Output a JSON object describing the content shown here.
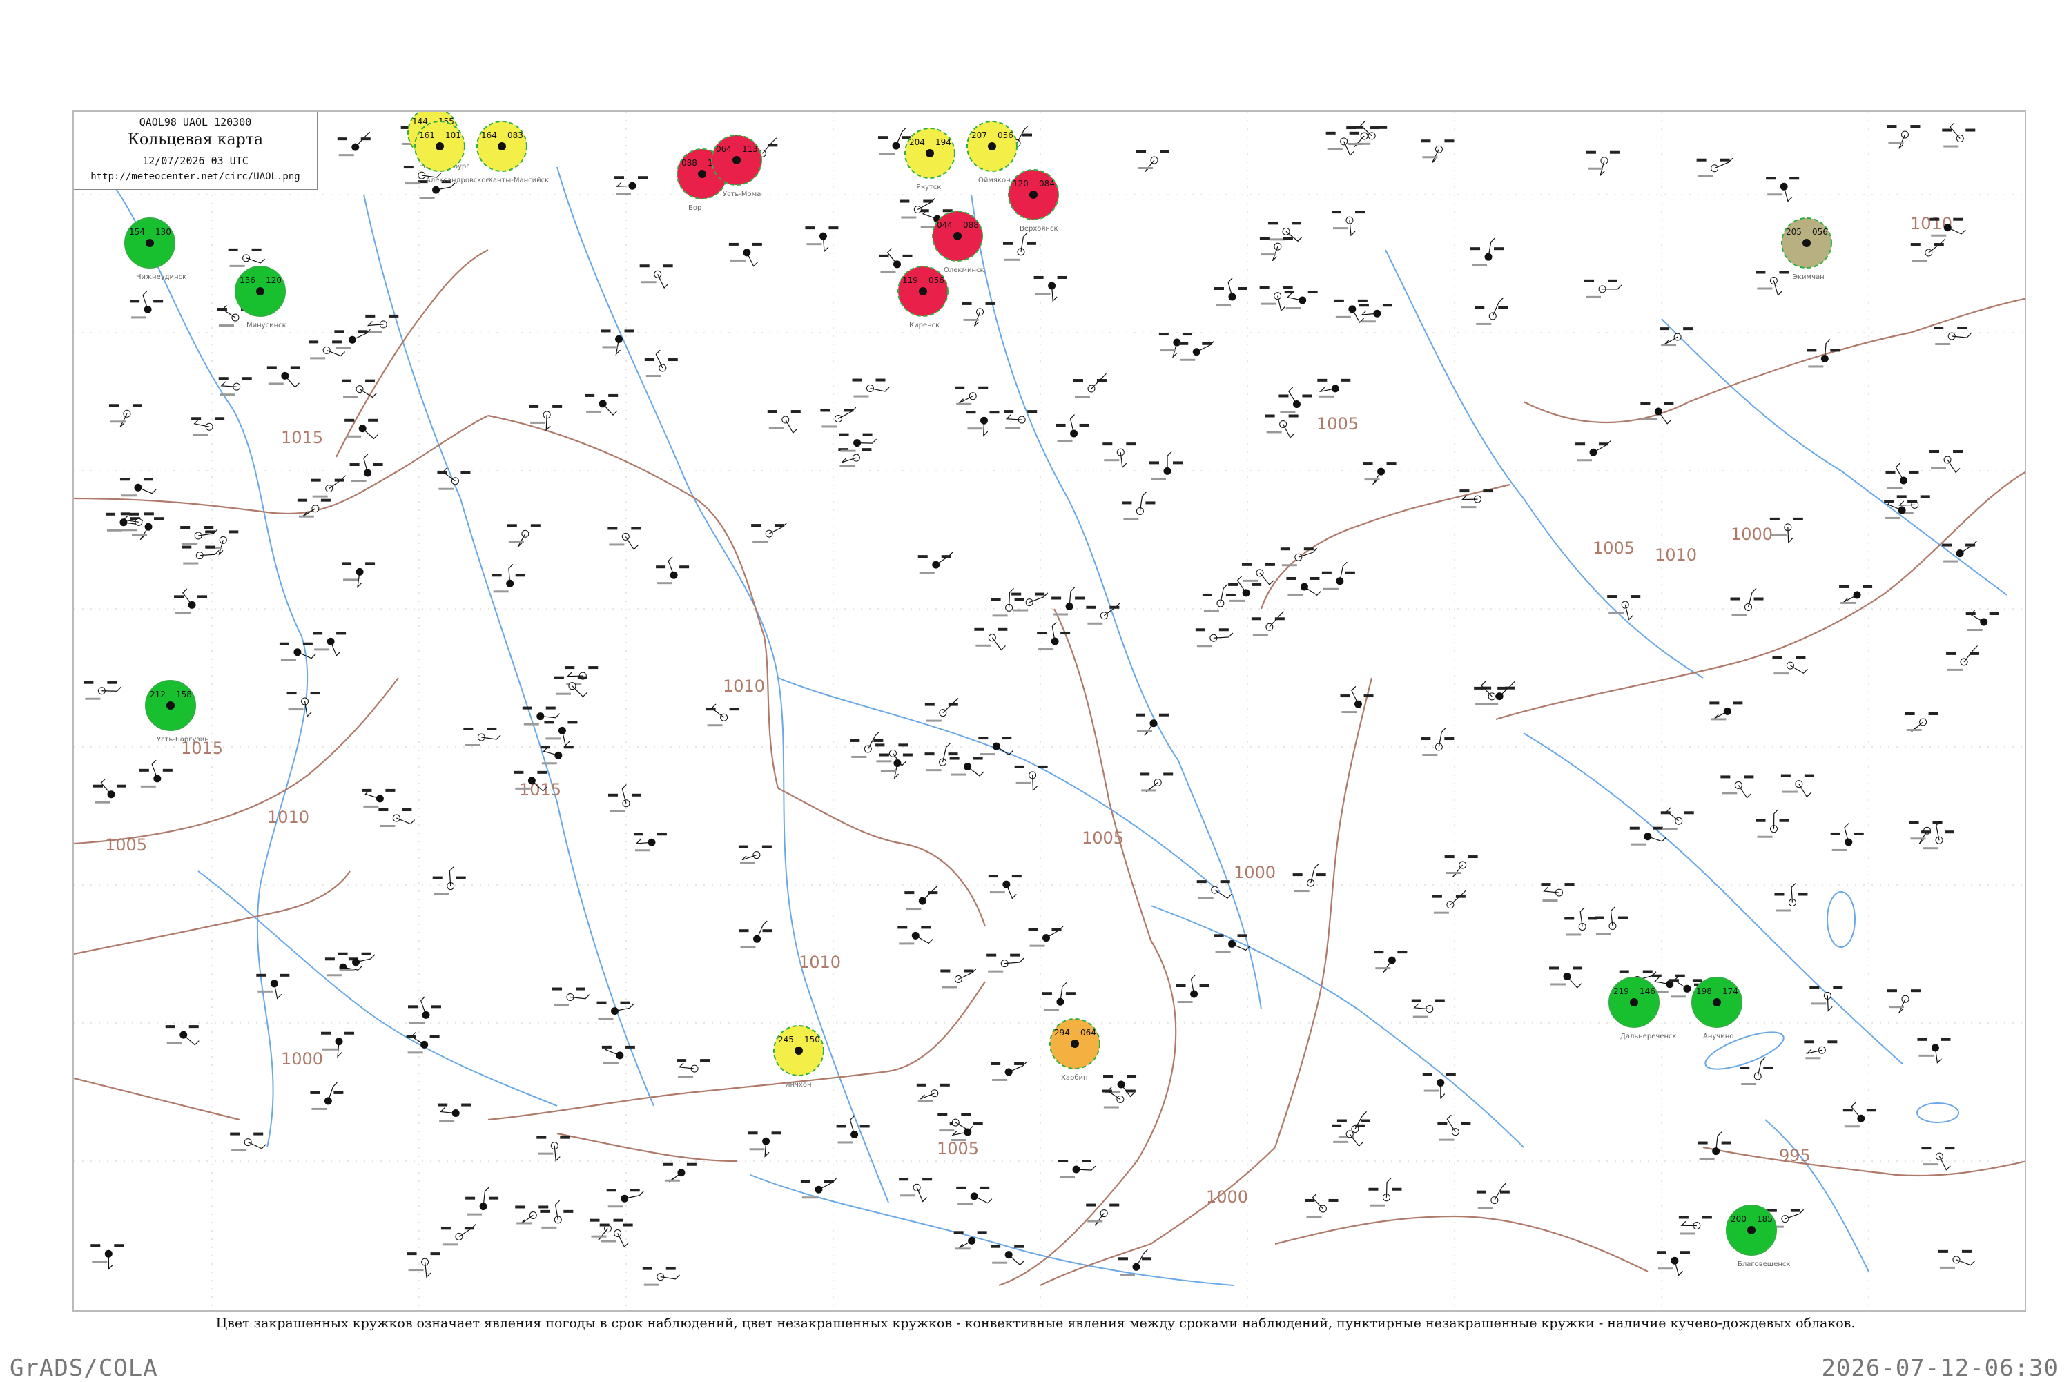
{
  "header": {
    "code": "QAOL98  UAOL  120300",
    "title": "Кольцевая карта",
    "date": "12/07/2026 03 UTC",
    "url": "http://meteocenter.net/circ/UAOL.png"
  },
  "caption": "Цвет закрашенных кружков означает явления погоды в срок наблюдений, цвет незакрашенных кружков - конвективные явления между сроками наблюдений, пунктирные незакрашенные кружки - наличие кучево-дождевых облаков.",
  "footer": {
    "left": "GrADS/COLA",
    "right": "2026-07-12-06:30"
  },
  "colors": {
    "isobar": "#b07a6a",
    "river": "#6aa8e8",
    "thunder": "#e8204a",
    "rain": "#18c030",
    "fog": "#f4ee48",
    "haze": "#b8b080",
    "dust": "#f4b040",
    "convective_ring": "#30b040"
  },
  "isobars": [
    "1015",
    "1015",
    "1015",
    "1010",
    "1010",
    "1010",
    "1010",
    "1005",
    "1005",
    "1005",
    "1005",
    "1005",
    "1000",
    "1000",
    "1000",
    "1000",
    "1010",
    "995"
  ],
  "stations": [
    {
      "id": "28440",
      "name": "Екатеринбург",
      "t": "144",
      "p": "155",
      "w": "fog"
    },
    {
      "id": "23955",
      "name": "Александровское",
      "t": "161",
      "p": "101",
      "w": "fog"
    },
    {
      "id": "23933",
      "name": "Ханты-Мансийск",
      "t": "164",
      "p": "083",
      "w": "fog"
    },
    {
      "id": "24959",
      "name": "Якутск",
      "t": "204",
      "p": "194",
      "w": "fog"
    },
    {
      "id": "24688",
      "name": "Оймякон",
      "t": "207",
      "p": "056",
      "w": "fog"
    },
    {
      "id": "23884",
      "name": "Бор",
      "t": "088",
      "p": "110",
      "w": "thunder"
    },
    {
      "id": "24382",
      "name": "Усть-Мома",
      "t": "064",
      "p": "113",
      "w": "thunder"
    },
    {
      "id": "24266",
      "name": "Верхоянск",
      "t": "120",
      "p": "084",
      "w": "thunder"
    },
    {
      "id": "24944",
      "name": "Олекминск",
      "t": "044",
      "p": "088",
      "w": "thunder"
    },
    {
      "id": "30230",
      "name": "Киренск",
      "t": "119",
      "p": "056",
      "w": "thunder"
    },
    {
      "id": "29698",
      "name": "Нижнеудинск",
      "t": "154",
      "p": "130",
      "w": "rain"
    },
    {
      "id": "29865",
      "name": "Минусинск",
      "t": "136",
      "p": "120",
      "w": "rain"
    },
    {
      "id": "30635",
      "name": "Усть-Баргузин",
      "t": "212",
      "p": "158",
      "w": "rain"
    },
    {
      "id": "31873",
      "name": "Дальнереченск",
      "t": "219",
      "p": "146",
      "w": "rain"
    },
    {
      "id": "31915",
      "name": "Анучино",
      "t": "198",
      "p": "174",
      "w": "rain"
    },
    {
      "id": "50953",
      "name": "Харбин",
      "t": "294",
      "p": "064",
      "w": "dust"
    },
    {
      "id": "31329",
      "name": "Экимчан",
      "t": "205",
      "p": "056",
      "w": "haze"
    },
    {
      "id": "47104",
      "name": "Инчхон",
      "t": "245",
      "p": "150",
      "w": "fog"
    },
    {
      "id": "31510",
      "name": "Благовещенск",
      "t": "200",
      "p": "185",
      "w": "rain"
    }
  ]
}
